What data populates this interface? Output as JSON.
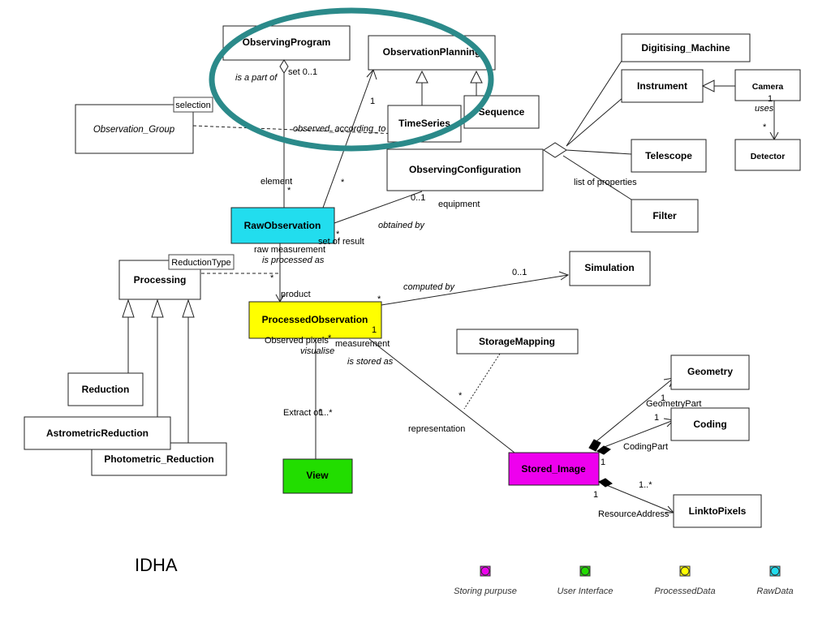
{
  "title": "IDHA",
  "colors": {
    "raw": "#22ddee",
    "processed": "#ffff00",
    "storing": "#ee00ee",
    "ui": "#22dd00",
    "highlight": "#2b8a8a"
  },
  "classes": {
    "observing_program": "ObservingProgram",
    "observation_planning": "ObservationPlanning",
    "time_series": "TimeSeries",
    "sequence": "Sequence",
    "observation_group": "Observation_Group",
    "digitising_machine": "Digitising_Machine",
    "instrument": "Instrument",
    "camera": "Camera",
    "detector": "Detector",
    "telescope": "Telescope",
    "observing_configuration": "ObservingConfiguration",
    "filter": "Filter",
    "raw_observation": "RawObservation",
    "processing": "Processing",
    "simulation": "Simulation",
    "processed_observation": "ProcessedObservation",
    "reduction": "Reduction",
    "astrometric_reduction": "AstrometricReduction",
    "photometric_reduction": "Photometric_Reduction",
    "storage_mapping": "StorageMapping",
    "geometry": "Geometry",
    "coding": "Coding",
    "stored_image": "Stored_Image",
    "links_to_pixels": "LinktoPixels",
    "view": "View"
  },
  "tags": {
    "selection": "selection",
    "reduction_type": "ReductionType"
  },
  "labels": {
    "set_0_1": "set  0..1",
    "is_a_part_of": "is a part of",
    "one_planning": "1",
    "observed_according_to": "observed_according_to",
    "element": "element",
    "element_star": "*",
    "star_planning": "*",
    "uses": "uses",
    "camera_one": "1",
    "detector_star": "*",
    "list_of_properties": "list of properties",
    "config_0_1": "0..1",
    "equipment": "equipment",
    "obtained_by": "obtained by",
    "raw_star": "*",
    "set_of_result": "set of result",
    "raw_measurement": "raw measurement",
    "is_processed_as": "is processed as",
    "proc_star": "*",
    "product": "product",
    "computed_by": "computed by",
    "sim_0_1": "0..1",
    "computed_star": "*",
    "processed_one": "1",
    "observed_pixels": "Observed pixels",
    "pixels_star": "*",
    "visualise": "visualise",
    "measurement": "measurement",
    "is_stored_as": "is stored as",
    "extract_of": "Extract of",
    "extract_mult": "1..*",
    "stored_star": "*",
    "representation": "representation",
    "geometry_one": "1",
    "geometry_part": "GeometryPart",
    "coding_one": "1",
    "coding_part": "CodingPart",
    "stored_one_a": "1",
    "stored_one_b": "1",
    "pixels_mult": "1..*",
    "resource_address": "ResourceAddress"
  },
  "legend": [
    {
      "label": "Storing purpuse",
      "color": "#ee00ee"
    },
    {
      "label": "User Interface",
      "color": "#22dd00"
    },
    {
      "label": "ProcessedData",
      "color": "#ffff00"
    },
    {
      "label": "RawData",
      "color": "#22ddee"
    }
  ]
}
